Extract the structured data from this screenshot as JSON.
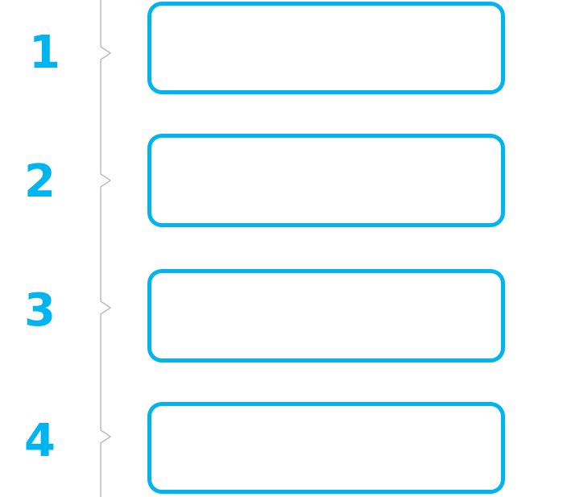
{
  "colors": {
    "accent": "#00b4f0",
    "connector": "#b3b3b3"
  },
  "steps": [
    {
      "number": "1",
      "text": ""
    },
    {
      "number": "2",
      "text": ""
    },
    {
      "number": "3",
      "text": ""
    },
    {
      "number": "4",
      "text": ""
    }
  ]
}
